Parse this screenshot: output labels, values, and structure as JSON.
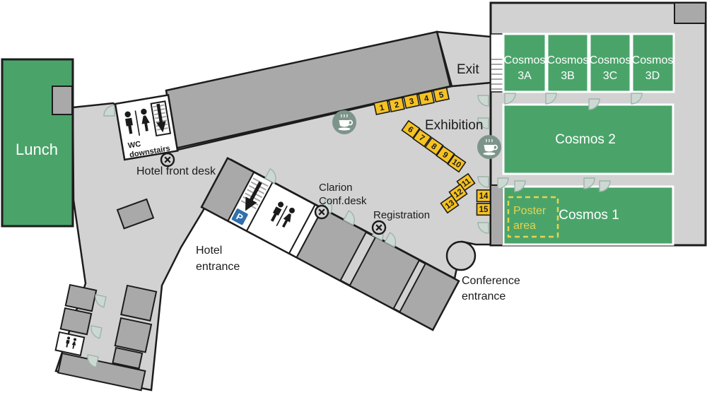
{
  "rooms": {
    "lunch": "Lunch",
    "cosmos_3a": [
      "Cosmos",
      "3A"
    ],
    "cosmos_3b": [
      "Cosmos",
      "3B"
    ],
    "cosmos_3c": [
      "Cosmos",
      "3C"
    ],
    "cosmos_3d": [
      "Cosmos",
      "3D"
    ],
    "cosmos_2": "Cosmos 2",
    "cosmos_1": "Cosmos 1",
    "poster_area": [
      "Poster",
      "area"
    ]
  },
  "labels": {
    "exit": "Exit",
    "exhibition": "Exhibition",
    "hotel_front_desk": "Hotel front desk",
    "clarion_conf_desk": [
      "Clarion",
      "Conf.desk"
    ],
    "registration": "Registration",
    "hotel_entrance": [
      "Hotel",
      "entrance"
    ],
    "conference_entrance": [
      "Conference",
      "entrance"
    ],
    "wc_sign": [
      "WC",
      "downstairs"
    ],
    "parking": "P"
  },
  "booths": [
    "1",
    "2",
    "3",
    "4",
    "5",
    "6",
    "7",
    "8",
    "9",
    "10",
    "11",
    "12",
    "13",
    "14",
    "15"
  ],
  "icons": {
    "coffee": "coffee-cup-icon",
    "desk_marker": "x-circle-icon",
    "wc_man": "man-icon",
    "wc_woman": "woman-icon",
    "stairs_down": "stairs-down-arrow-icon",
    "parking": "parking-icon",
    "door_swing": "door-swing-icon",
    "revolving_door": "revolving-door-circle"
  },
  "colors": {
    "room_green": "#4aa46a",
    "floor_gray": "#d2d2d2",
    "building_gray": "#a9a9a9",
    "booth_yellow": "#f5c222",
    "poster_yellow": "#e5d44f",
    "parking_blue": "#2f6fad",
    "coffee_green": "#7d948a",
    "outline_black": "#1c1c1c"
  }
}
